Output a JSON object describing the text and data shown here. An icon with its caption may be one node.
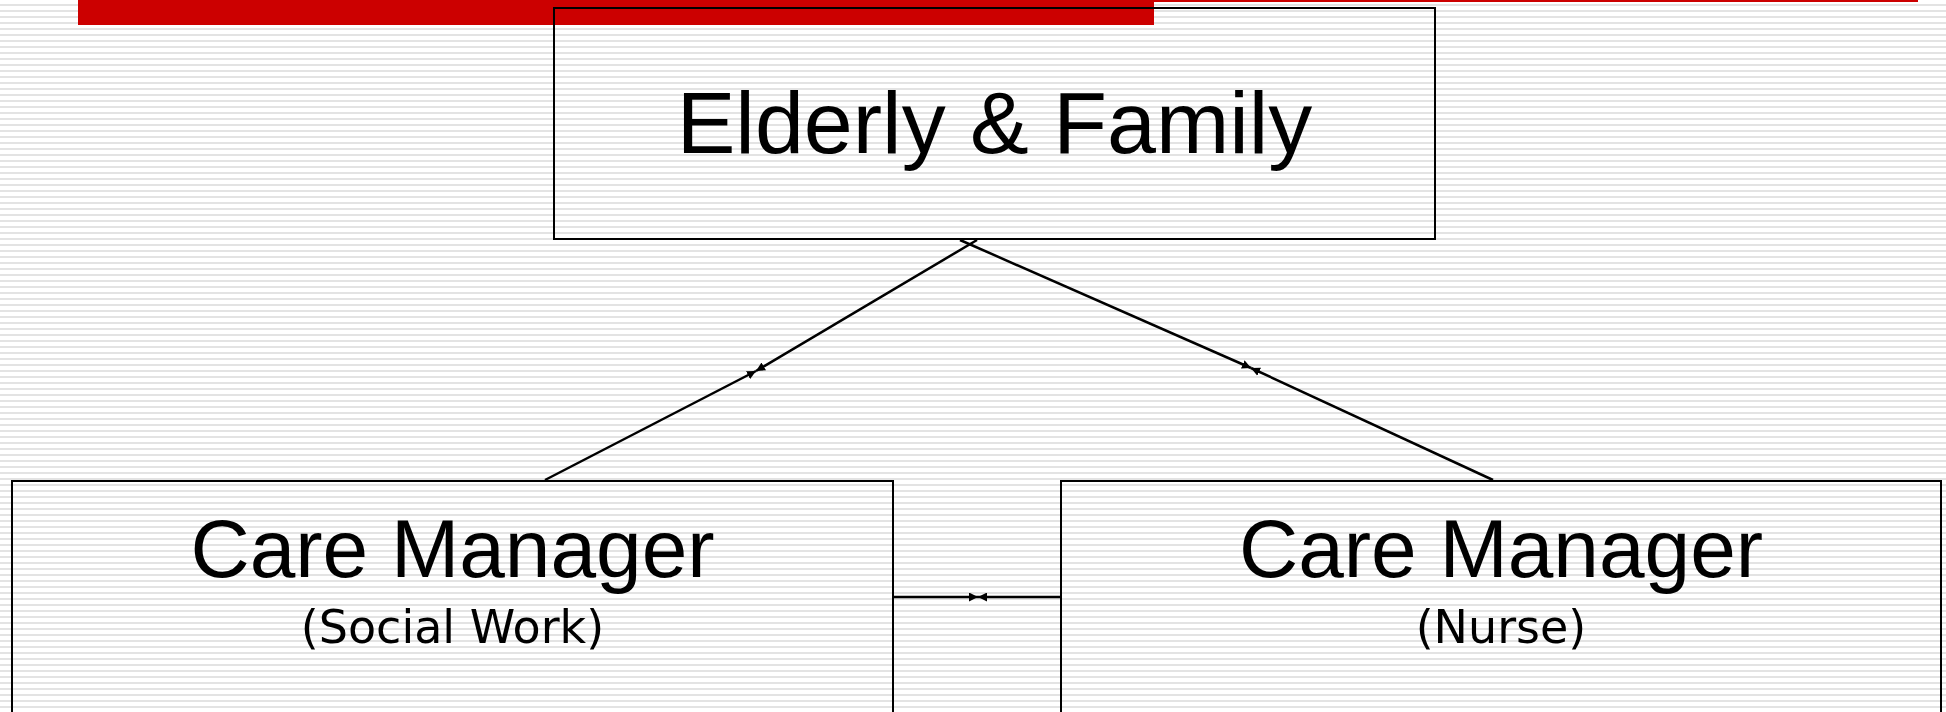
{
  "diagram": {
    "nodes": [
      {
        "text": [
          "Elderly & Family"
        ]
      },
      {
        "text": [
          "Care Manager",
          "(Social Work)"
        ]
      },
      {
        "text": [
          "Care Manager",
          "(Nurse)"
        ]
      }
    ],
    "edges": [
      {
        "from": 0,
        "to": null,
        "arrow": "to"
      },
      {
        "from": 1,
        "to": null,
        "arrow": "to"
      },
      {
        "from": 0,
        "to": null,
        "arrow": "to"
      },
      {
        "from": 2,
        "to": null,
        "arrow": "to"
      },
      {
        "from": 1,
        "to": null,
        "arrow": "to"
      },
      {
        "from": 2,
        "to": null,
        "arrow": "to"
      }
    ]
  }
}
